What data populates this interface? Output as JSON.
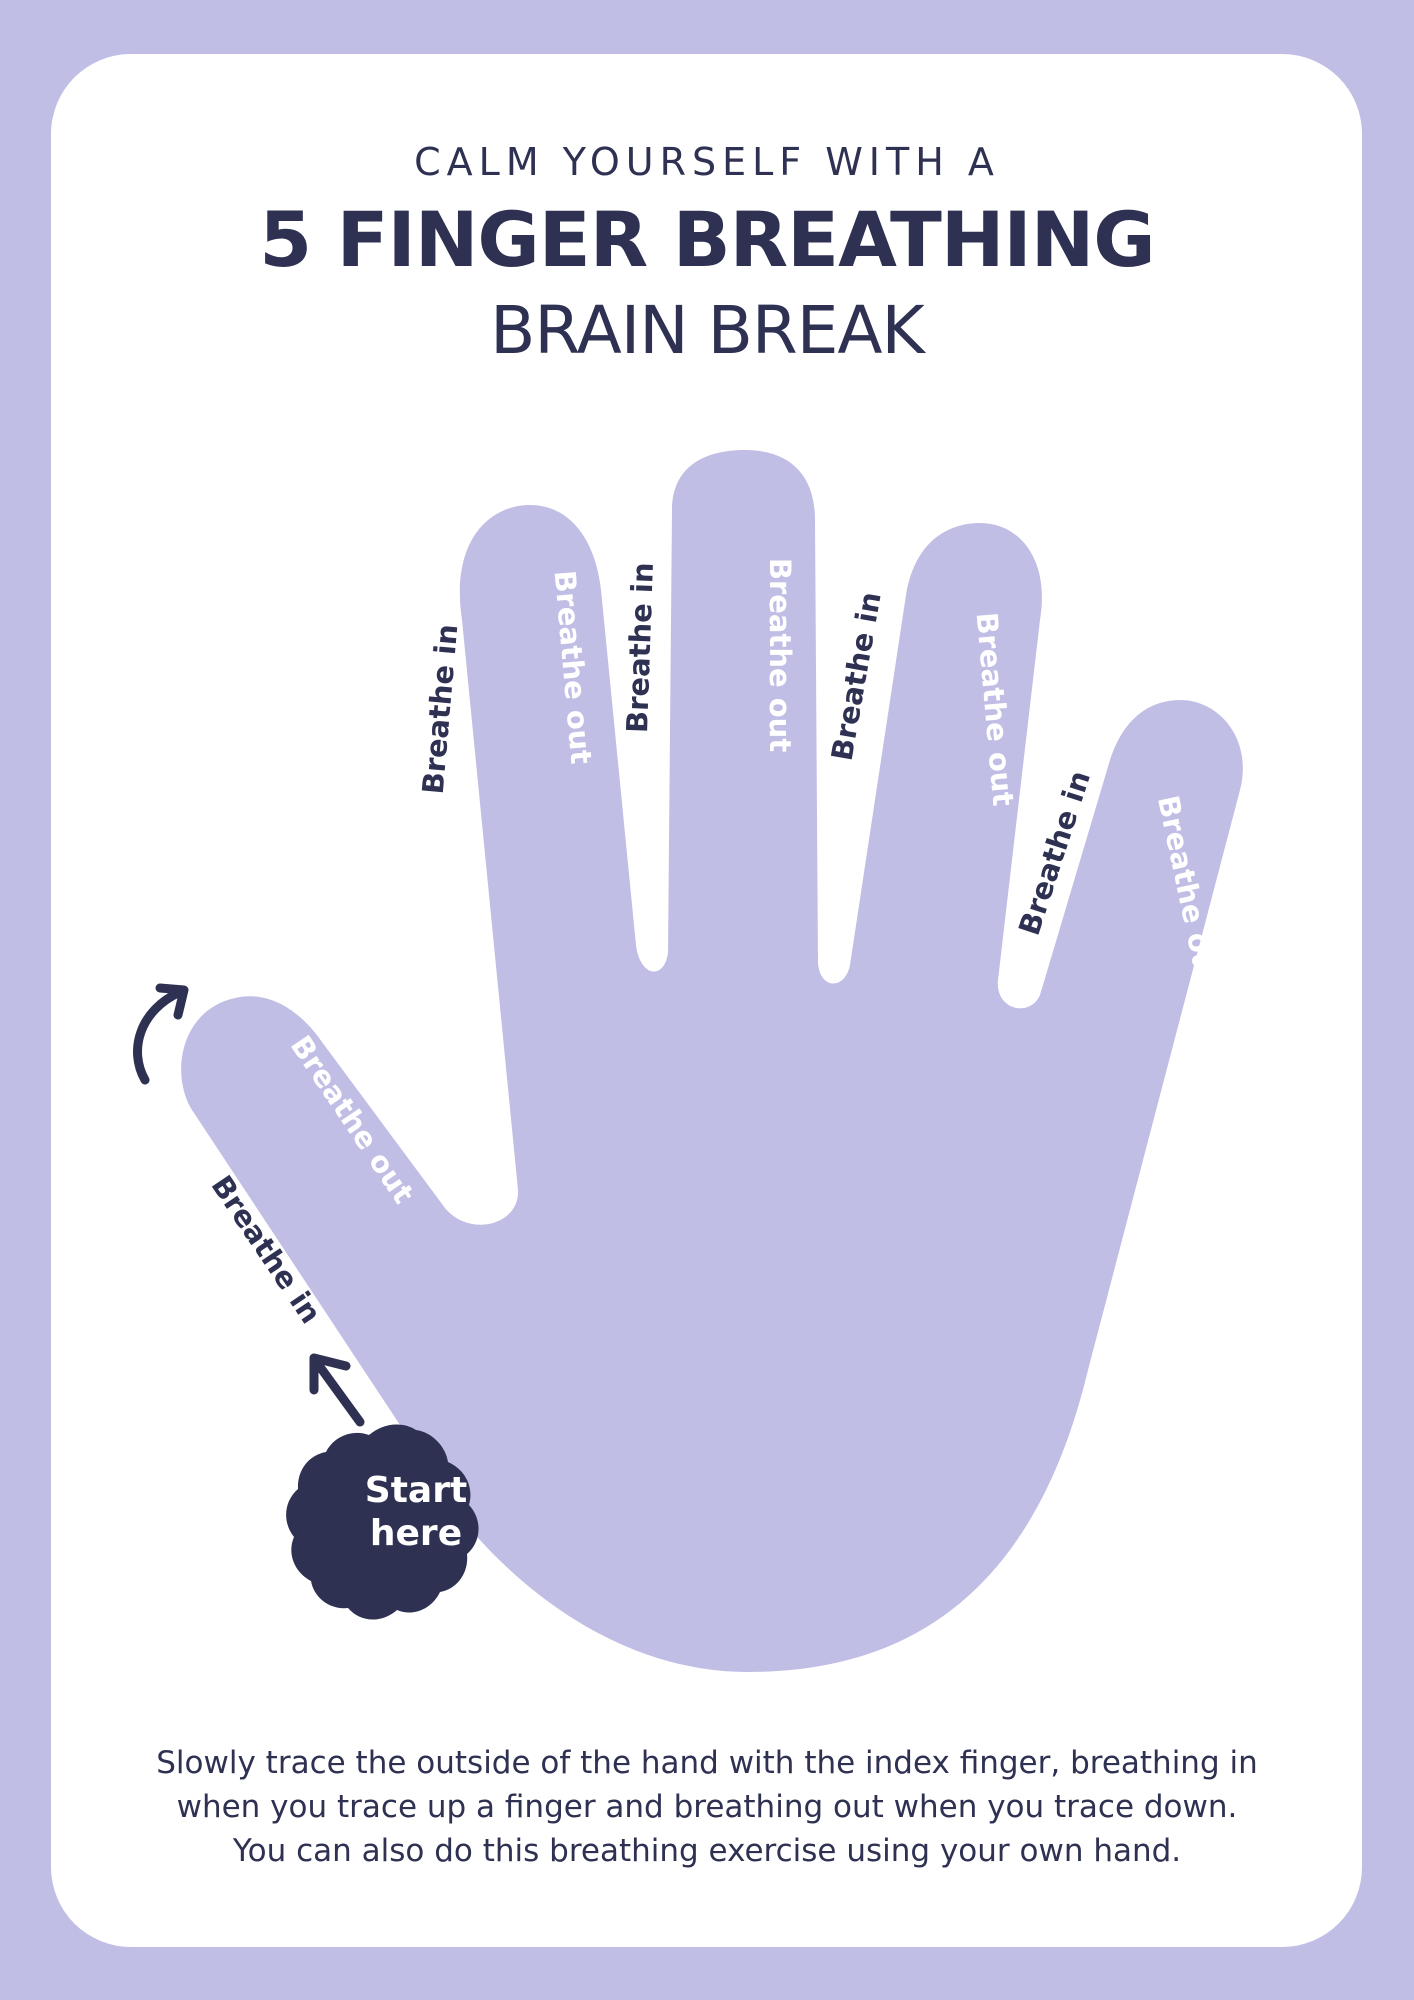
{
  "colors": {
    "background": "#c1bee6",
    "card": "#ffffff",
    "hand": "#c1bee6",
    "ink": "#2e3152",
    "light_text": "#ffffff"
  },
  "header": {
    "line1": "CALM YOURSELF WITH A",
    "line2": "5 FINGER BREATHING",
    "line3": "BRAIN BREAK"
  },
  "hand": {
    "labels": {
      "thumb_in": "Breathe in",
      "thumb_out": "Breathe out",
      "index_in": "Breathe in",
      "index_out": "Breathe out",
      "middle_in": "Breathe in",
      "middle_out": "Breathe out",
      "ring_in": "Breathe in",
      "ring_out": "Breathe out",
      "pinky_in": "Breathe in",
      "pinky_out": "Breathe out"
    },
    "start_badge": {
      "line1": "Start",
      "line2": "here"
    }
  },
  "instructions": {
    "line1": "Slowly trace the outside of the hand with the index finger, breathing in",
    "line2": "when you trace up a finger and breathing out when you trace down.",
    "line3": "You can also do this breathing exercise using your own hand."
  }
}
